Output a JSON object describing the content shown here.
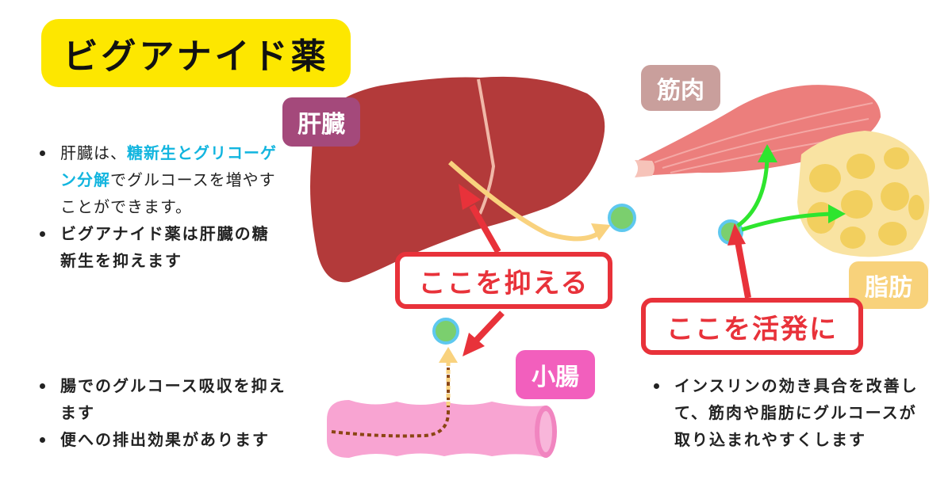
{
  "title": "ビグアナイド薬",
  "labels": {
    "liver": "肝臓",
    "muscle": "筋肉",
    "fat": "脂肪",
    "intestine": "小腸"
  },
  "callouts": {
    "suppress": "ここを抑える",
    "activate": "ここを活発に"
  },
  "liver_notes": {
    "item1": {
      "prefix": "肝臓は、",
      "highlight": "糖新生とグリコーゲン分解",
      "suffix": "でグルコースを増やすことができます。"
    },
    "item2": "ビグアナイド薬は肝臓の糖新生を抑えます"
  },
  "intestine_notes": [
    "腸でのグルコース吸収を抑えます",
    "便への排出効果があります"
  ],
  "peripheral_notes": [
    "インスリンの効き具合を改善して、筋肉や脂肪にグルコースが取り込まれやすくします"
  ],
  "colors": {
    "title_bg": "#fde700",
    "callout_red": "#e8323a",
    "highlight_blue": "#12b5df",
    "glucose_green": "#7bcf6e",
    "liver": "#b33a3a",
    "muscle": "#ec7e7c",
    "fat": "#f9e3a2",
    "intestine": "#f8a4d2",
    "uptake_arrow": "#2ee52e"
  }
}
